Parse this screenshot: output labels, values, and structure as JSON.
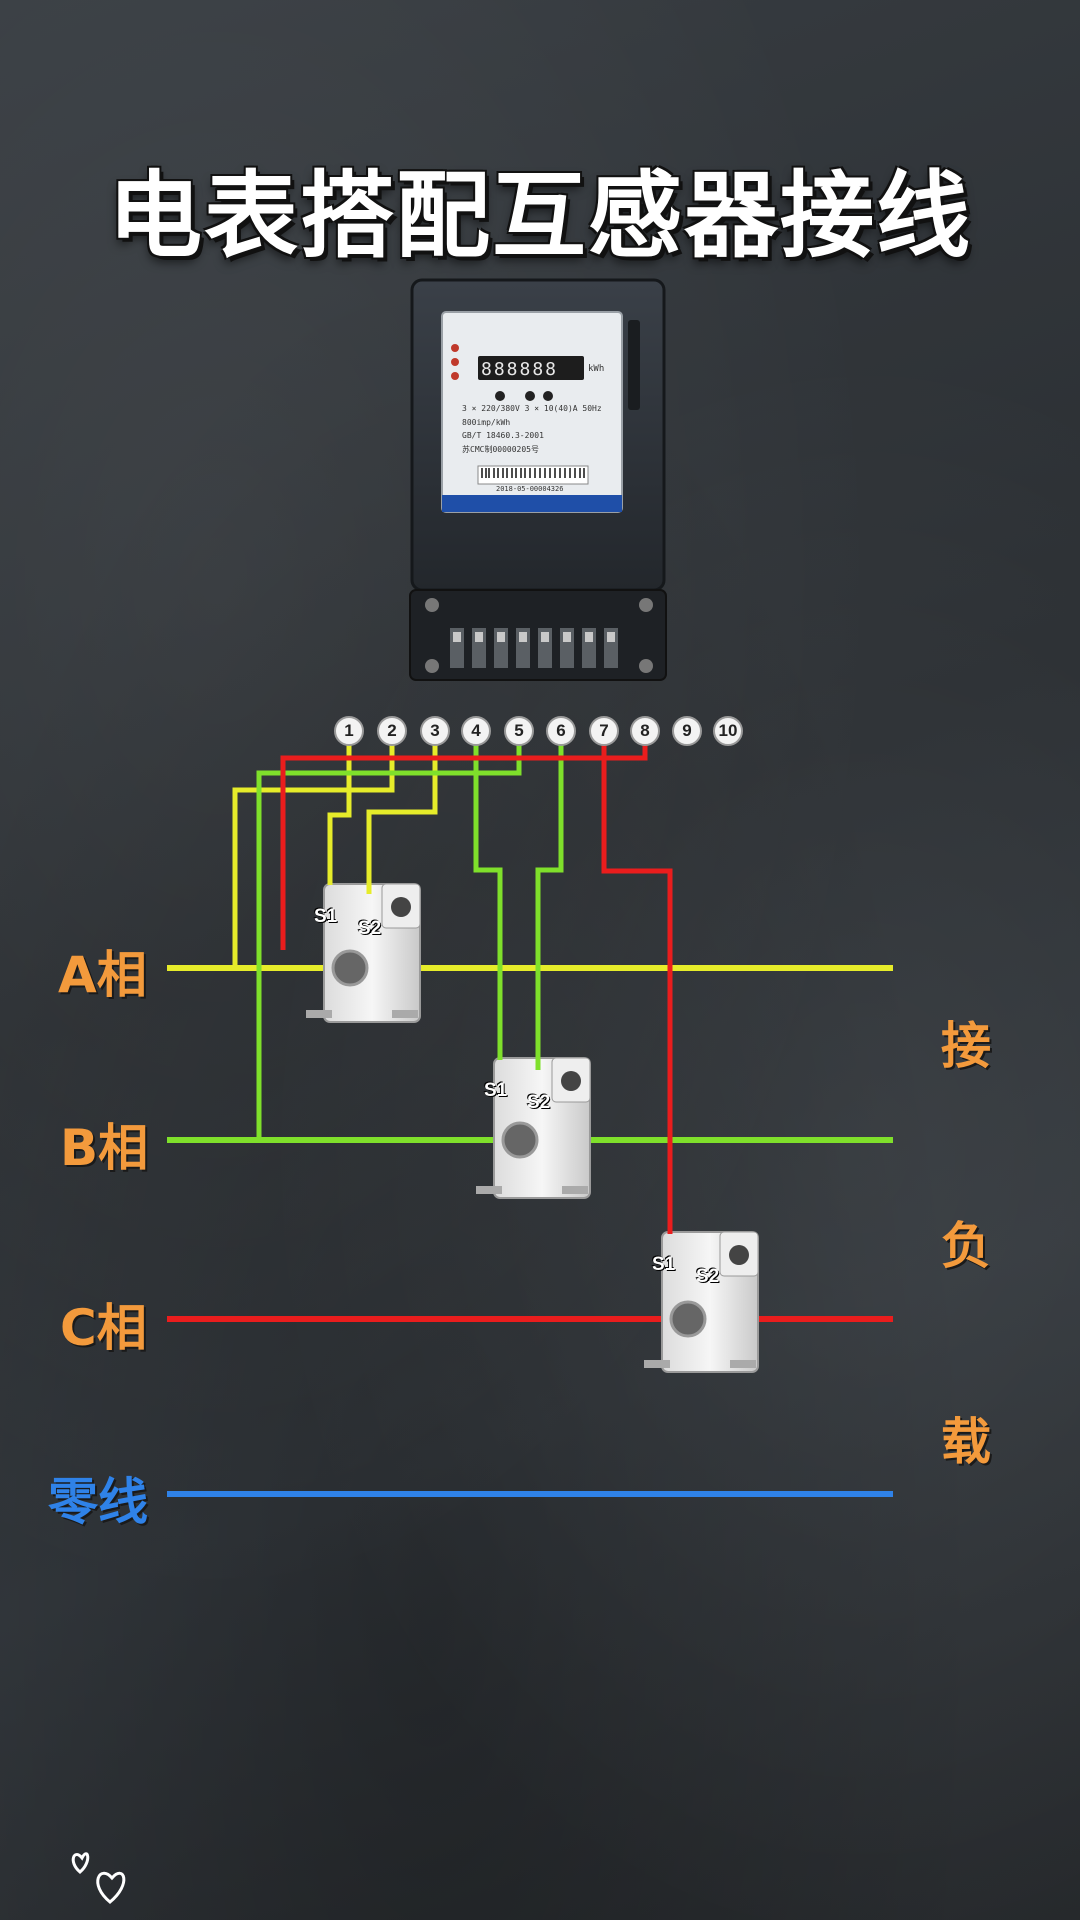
{
  "title": "电表搭配互感器接线",
  "meter": {
    "display": "888888",
    "unit": "kWh",
    "spec_line1": "3 × 220/380V   3 × 10(40)A   50Hz",
    "spec_line2": "800imp/kWh",
    "spec_line3": "GB/T 18460.3-2001",
    "spec_line4": "苏CMC制00000205号",
    "barcode_text": "2018-05-00004326"
  },
  "terminals": [
    "1",
    "2",
    "3",
    "4",
    "5",
    "6",
    "7",
    "8",
    "9",
    "10"
  ],
  "phases": [
    {
      "label": "A相",
      "color": "#e6ec2a"
    },
    {
      "label": "B相",
      "color": "#7fe02b"
    },
    {
      "label": "C相",
      "color": "#ea1d1d"
    },
    {
      "label": "零线",
      "color": "#2f82e8"
    }
  ],
  "ct_labels": {
    "s1": "S1",
    "s2": "S2"
  },
  "load_label": [
    "接",
    "负",
    "载"
  ],
  "colors": {
    "accent_orange": "#f39a3c",
    "yellow": "#e6ec2a",
    "green": "#7fe02b",
    "red": "#ea1d1d",
    "blue": "#2f82e8"
  }
}
